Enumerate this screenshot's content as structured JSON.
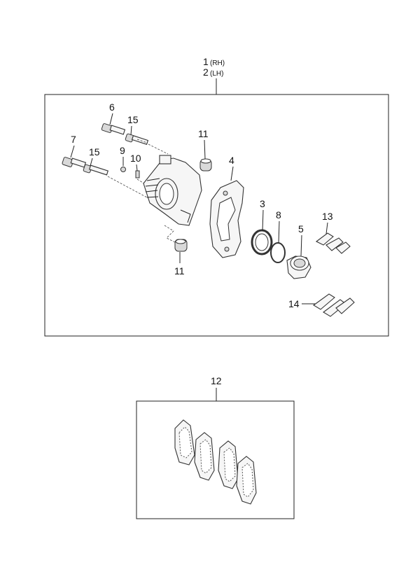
{
  "assembly": {
    "rh_number": "1",
    "rh_side": "(RH)",
    "lh_number": "2",
    "lh_side": "(LH)"
  },
  "callouts": {
    "bolt_upper": "6",
    "bolt_lower": "7",
    "guide_pin_upper": "15",
    "guide_pin_lower": "15",
    "bleeder_cap": "9",
    "bleeder_screw": "10",
    "boot_upper": "11",
    "boot_lower": "11",
    "carrier": "4",
    "piston_seal": "3",
    "dust_seal": "8",
    "piston": "5",
    "clip_upper": "13",
    "clip_lower": "14",
    "pad_kit": "12"
  }
}
